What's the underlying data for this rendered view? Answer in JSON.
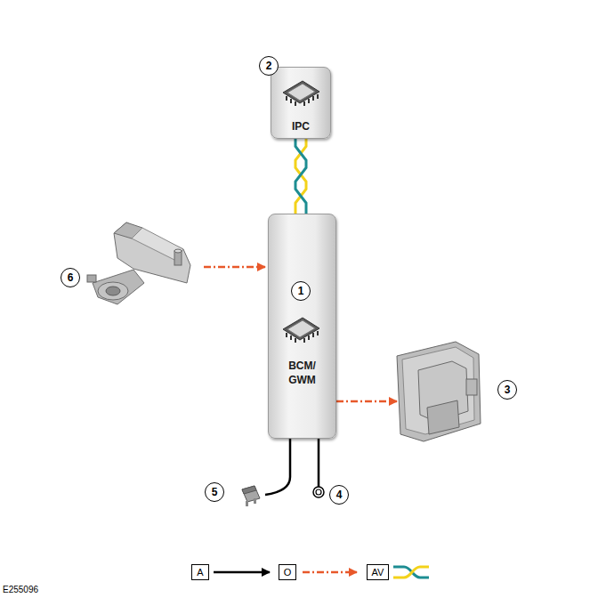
{
  "diagram": {
    "nodes": [
      {
        "text": [
          "IPC"
        ]
      },
      {
        "text": [
          "BCM/ GWM"
        ]
      }
    ],
    "edges": [
      {
        "from": 0,
        "to": 1,
        "arrow": "none"
      }
    ],
    "labels": [
      "2",
      "6",
      "1",
      "3",
      "5",
      "4",
      "E255096"
    ],
    "legend": [
      {
        "text": "A"
      },
      {
        "text": "O"
      },
      {
        "text": "AV"
      }
    ]
  }
}
